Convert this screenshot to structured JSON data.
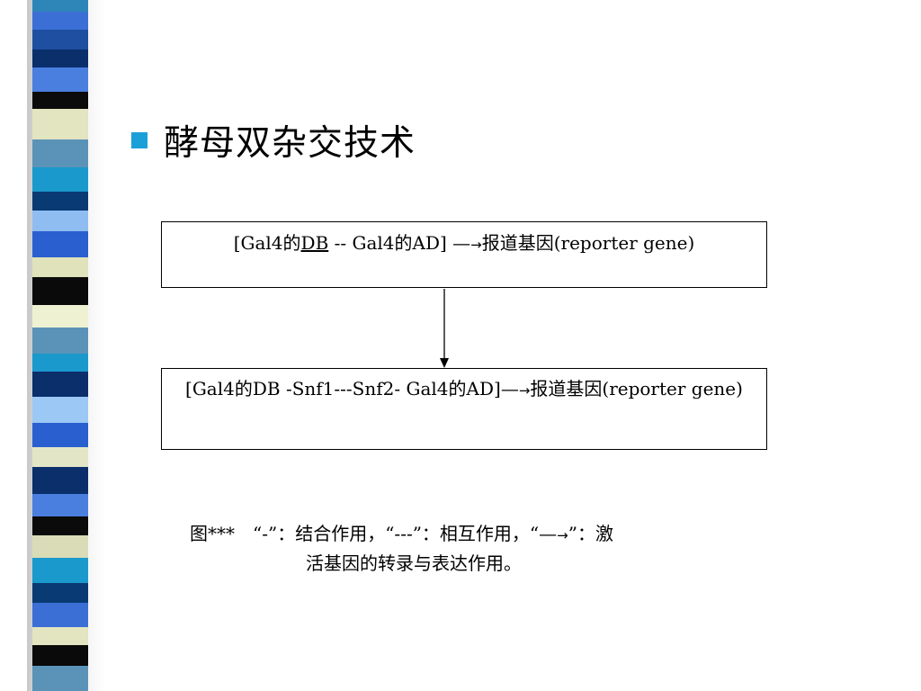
{
  "strip": {
    "colors": [
      "#2e86b8",
      "#3c6fd6",
      "#1f4fa0",
      "#0a2f6b",
      "#4a7fe0",
      "#0b0b0b",
      "#e3e4c0",
      "#5b93b8",
      "#1a99cc",
      "#0a3a73",
      "#8fbdf2",
      "#2a5fd0",
      "#dfe2bb",
      "#0a0a0a",
      "#eef2d2",
      "#5b93b8",
      "#1a99cc",
      "#0a2f6b",
      "#9cc8f6",
      "#2a5fd0",
      "#e3e6c6",
      "#0a2f6b",
      "#4a7fe0",
      "#0b0b0b",
      "#d9dcb6",
      "#1a99cc",
      "#0a3a73",
      "#3c6fd6",
      "#e3e4c0",
      "#0a0a0a",
      "#5b93b8"
    ],
    "heights": [
      18,
      26,
      30,
      28,
      36,
      26,
      46,
      42,
      36,
      28,
      32,
      38,
      30,
      42,
      34,
      40,
      26,
      38,
      40,
      36,
      30,
      40,
      34,
      28,
      34,
      38,
      30,
      36,
      28,
      30,
      38
    ]
  },
  "title": "酵母双杂交技术",
  "bullet_color": "#1aa0d8",
  "box1": {
    "prefix": "[Gal4的",
    "underlined": "DB",
    "middle": " -- Gal4的AD]  —",
    "arrow": "→",
    "suffix": "报道基因(reporter gene)"
  },
  "box2": {
    "prefix": "[Gal4的DB -Snf1---Snf2- Gal4的AD]—",
    "arrow": "→",
    "suffix": "报道基因(reporter gene)"
  },
  "caption": {
    "line1a": "图***　“-”：结合作用，“---”：相互作用，“—",
    "arrow": "→",
    "line1b": "”：激",
    "line2": "活基因的转录与表达作用。"
  }
}
